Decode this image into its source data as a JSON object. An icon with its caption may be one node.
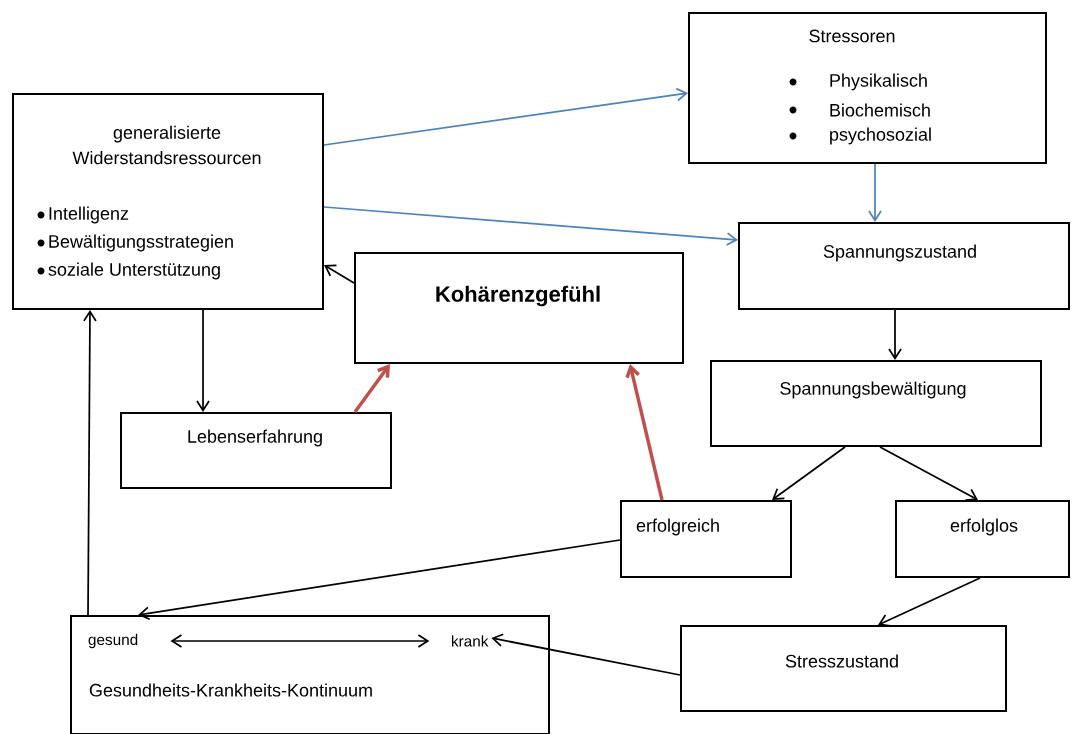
{
  "diagram": {
    "nodes": [
      {
        "text": [
          "generalisierte Widerstandsressourcen",
          "Intelligenz",
          "Bewältigungsstrategien",
          "soziale Unterstützung"
        ]
      },
      {
        "text": [
          "Stressoren",
          "Physikalisch",
          "Biochemisch",
          "psychosozial"
        ]
      },
      {
        "text": [
          "Spannungszustand"
        ]
      },
      {
        "text": [
          "Kohärenzgefühl"
        ]
      },
      {
        "text": [
          "Spannungsbewältigung"
        ]
      },
      {
        "text": [
          "Lebenserfahrung"
        ]
      },
      {
        "text": [
          "erfolgreich"
        ]
      },
      {
        "text": [
          "erfolglos"
        ]
      },
      {
        "text": [
          "Gesundheits-Krankheits-Kontinuum"
        ]
      },
      {
        "text": [
          "gesund"
        ],
        "in": 8
      },
      {
        "text": [
          "krank"
        ],
        "in": 8
      },
      {
        "text": [
          "Stresszustand"
        ]
      }
    ],
    "edges": [
      {
        "from": 0,
        "to": 1,
        "arrow": "to",
        "color": "#4f81bd"
      },
      {
        "from": 0,
        "to": 2,
        "arrow": "to",
        "color": "#4f81bd"
      },
      {
        "from": 1,
        "to": 2,
        "arrow": "to",
        "color": "#4f81bd"
      },
      {
        "from": 3,
        "to": 0,
        "arrow": "to"
      },
      {
        "from": 0,
        "to": 5,
        "arrow": "to"
      },
      {
        "from": 5,
        "to": 3,
        "arrow": "to",
        "style": "thick",
        "color": "#c0504d"
      },
      {
        "from": 6,
        "to": 3,
        "arrow": "to",
        "style": "thick",
        "color": "#c0504d"
      },
      {
        "from": 2,
        "to": 4,
        "arrow": "to"
      },
      {
        "from": 4,
        "to": 6,
        "arrow": "to"
      },
      {
        "from": 4,
        "to": 7,
        "arrow": "to"
      },
      {
        "from": 6,
        "to": 8,
        "arrow": "to"
      },
      {
        "from": 7,
        "to": 11,
        "arrow": "to"
      },
      {
        "from": 11,
        "to": 10,
        "arrow": "to"
      },
      {
        "from": 8,
        "to": 0,
        "arrow": "to"
      },
      {
        "from": 9,
        "to": 10,
        "arrow": "both"
      }
    ]
  }
}
